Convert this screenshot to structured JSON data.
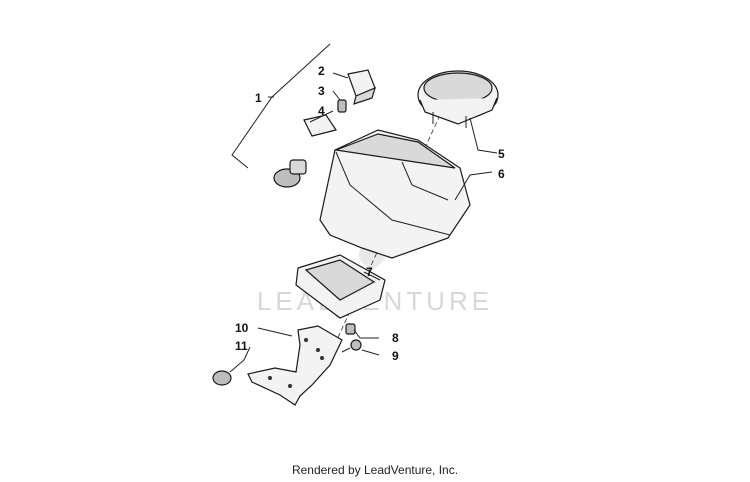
{
  "watermark": {
    "text": "LEADVENTURE"
  },
  "callouts": [
    {
      "label": "1"
    },
    {
      "label": "2"
    },
    {
      "label": "3"
    },
    {
      "label": "4"
    },
    {
      "label": "5"
    },
    {
      "label": "6"
    },
    {
      "label": "7"
    },
    {
      "label": "8"
    },
    {
      "label": "9"
    },
    {
      "label": "10"
    },
    {
      "label": "11"
    }
  ],
  "footer": {
    "text": "Rendered by LeadVenture, Inc."
  }
}
